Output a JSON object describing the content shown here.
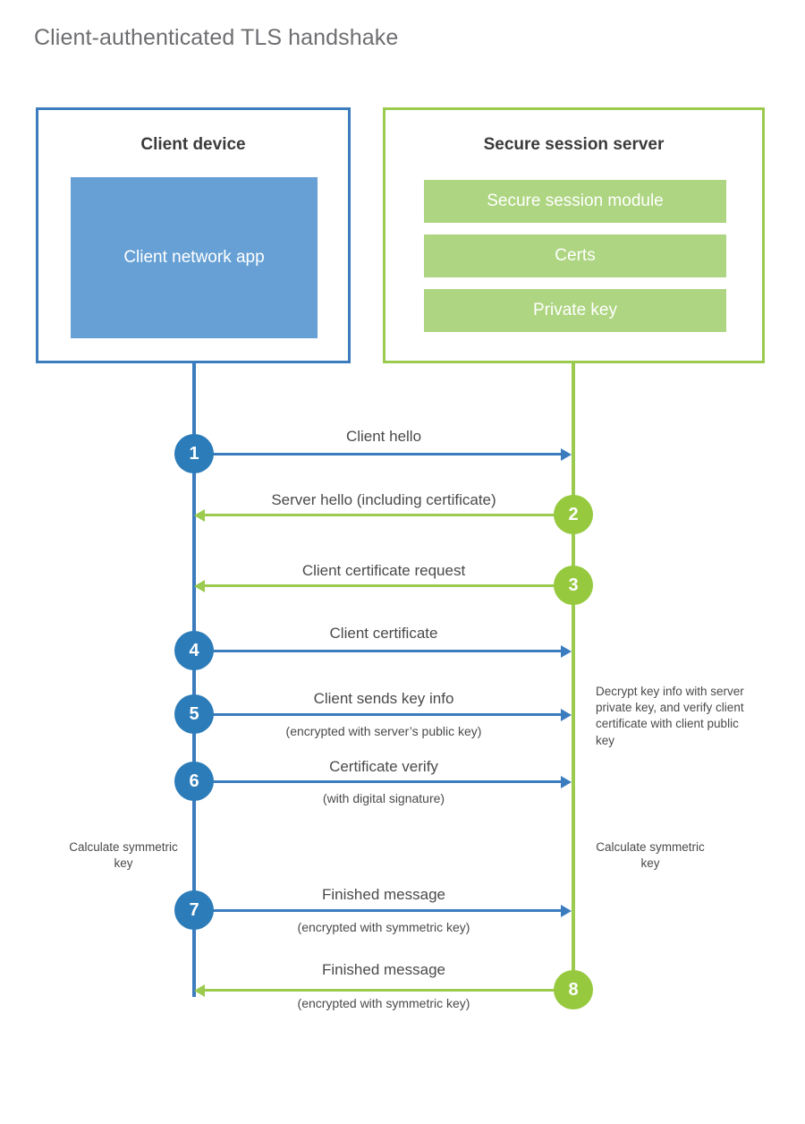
{
  "title": "Client-authenticated TLS handshake",
  "parties": {
    "client": {
      "title": "Client device",
      "component": "Client network app"
    },
    "server": {
      "title": "Secure session server",
      "components": [
        {
          "label": "Secure session module"
        },
        {
          "label": "Certs"
        },
        {
          "label": "Private key"
        }
      ]
    }
  },
  "steps": [
    {
      "number": "1",
      "label": "Client hello",
      "sublabel": "",
      "direction": "client-to-server",
      "color": "#2b7cb9"
    },
    {
      "number": "2",
      "label": "Server hello (including certificate)",
      "sublabel": "",
      "direction": "server-to-client",
      "color": "#96c93e"
    },
    {
      "number": "3",
      "label": "Client certificate request",
      "sublabel": "",
      "direction": "server-to-client",
      "color": "#96c93e"
    },
    {
      "number": "4",
      "label": "Client certificate",
      "sublabel": "",
      "direction": "client-to-server",
      "color": "#2b7cb9"
    },
    {
      "number": "5",
      "label": "Client sends key info",
      "sublabel": "(encrypted with server’s public key)",
      "direction": "client-to-server",
      "color": "#2b7cb9"
    },
    {
      "number": "6",
      "label": "Certificate verify",
      "sublabel": "(with digital signature)",
      "direction": "client-to-server",
      "color": "#2b7cb9"
    },
    {
      "number": "7",
      "label": "Finished message",
      "sublabel": "(encrypted with symmetric key)",
      "direction": "client-to-server",
      "color": "#2b7cb9"
    },
    {
      "number": "8",
      "label": "Finished message",
      "sublabel": "(encrypted with symmetric key)",
      "direction": "server-to-client",
      "color": "#96c93e"
    }
  ],
  "annotations": {
    "server_decrypt_note": "Decrypt key info with server private key, and verify client certificate with client public key",
    "client_calculate_note": "Calculate symmetric key",
    "server_calculate_note": "Calculate symmetric key"
  },
  "colors": {
    "client_accent": "#3b7cbe",
    "client_fill": "#66a0d4",
    "client_badge": "#2b7cb9",
    "server_accent": "#9aca4e",
    "server_fill": "#aed581",
    "server_badge": "#96c93e",
    "title_text": "#6d6e71",
    "body_text": "#4a4a4a",
    "background": "#ffffff"
  }
}
